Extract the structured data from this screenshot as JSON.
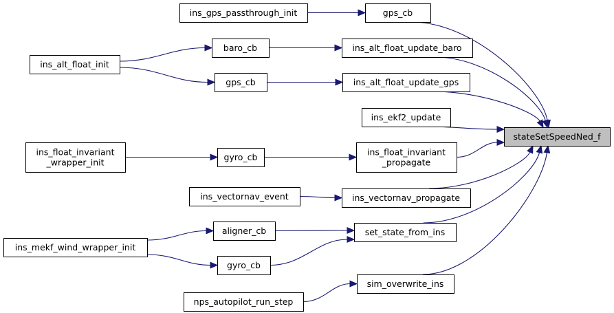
{
  "graph": {
    "target": "stateSetSpeedNed_f",
    "nodes": [
      {
        "id": "target",
        "label": [
          "stateSetSpeedNed_f"
        ],
        "highlight": true
      },
      {
        "id": "gps_cb_1",
        "label": [
          "gps_cb"
        ]
      },
      {
        "id": "ins_gps_passthrough_init",
        "label": [
          "ins_gps_passthrough_init"
        ]
      },
      {
        "id": "ins_alt_float_update_baro",
        "label": [
          "ins_alt_float_update_baro"
        ]
      },
      {
        "id": "baro_cb",
        "label": [
          "baro_cb"
        ]
      },
      {
        "id": "ins_alt_float_init",
        "label": [
          "ins_alt_float_init"
        ]
      },
      {
        "id": "ins_alt_float_update_gps",
        "label": [
          "ins_alt_float_update_gps"
        ]
      },
      {
        "id": "gps_cb_2",
        "label": [
          "gps_cb"
        ]
      },
      {
        "id": "ins_ekf2_update",
        "label": [
          "ins_ekf2_update"
        ]
      },
      {
        "id": "ins_float_invariant_propagate",
        "label": [
          "ins_float_invariant",
          "_propagate"
        ]
      },
      {
        "id": "gyro_cb_1",
        "label": [
          "gyro_cb"
        ]
      },
      {
        "id": "ins_float_invariant_wrapper_init",
        "label": [
          "ins_float_invariant",
          "_wrapper_init"
        ]
      },
      {
        "id": "ins_vectornav_propagate",
        "label": [
          "ins_vectornav_propagate"
        ]
      },
      {
        "id": "ins_vectornav_event",
        "label": [
          "ins_vectornav_event"
        ]
      },
      {
        "id": "set_state_from_ins",
        "label": [
          "set_state_from_ins"
        ]
      },
      {
        "id": "aligner_cb",
        "label": [
          "aligner_cb"
        ]
      },
      {
        "id": "gyro_cb_2",
        "label": [
          "gyro_cb"
        ]
      },
      {
        "id": "ins_mekf_wind_wrapper_init",
        "label": [
          "ins_mekf_wind_wrapper_init"
        ]
      },
      {
        "id": "sim_overwrite_ins",
        "label": [
          "sim_overwrite_ins"
        ]
      },
      {
        "id": "nps_autopilot_run_step",
        "label": [
          "nps_autopilot_run_step"
        ]
      }
    ],
    "edges": [
      {
        "from": "gps_cb_1",
        "to": "target"
      },
      {
        "from": "ins_gps_passthrough_init",
        "to": "gps_cb_1"
      },
      {
        "from": "ins_alt_float_update_baro",
        "to": "target"
      },
      {
        "from": "baro_cb",
        "to": "ins_alt_float_update_baro"
      },
      {
        "from": "ins_alt_float_init",
        "to": "baro_cb"
      },
      {
        "from": "ins_alt_float_update_gps",
        "to": "target"
      },
      {
        "from": "gps_cb_2",
        "to": "ins_alt_float_update_gps"
      },
      {
        "from": "ins_alt_float_init",
        "to": "gps_cb_2"
      },
      {
        "from": "ins_ekf2_update",
        "to": "target"
      },
      {
        "from": "ins_float_invariant_propagate",
        "to": "target"
      },
      {
        "from": "gyro_cb_1",
        "to": "ins_float_invariant_propagate"
      },
      {
        "from": "ins_float_invariant_wrapper_init",
        "to": "gyro_cb_1"
      },
      {
        "from": "ins_vectornav_propagate",
        "to": "target"
      },
      {
        "from": "ins_vectornav_event",
        "to": "ins_vectornav_propagate"
      },
      {
        "from": "set_state_from_ins",
        "to": "target"
      },
      {
        "from": "aligner_cb",
        "to": "set_state_from_ins"
      },
      {
        "from": "gyro_cb_2",
        "to": "set_state_from_ins"
      },
      {
        "from": "ins_mekf_wind_wrapper_init",
        "to": "aligner_cb"
      },
      {
        "from": "ins_mekf_wind_wrapper_init",
        "to": "gyro_cb_2"
      },
      {
        "from": "sim_overwrite_ins",
        "to": "target"
      },
      {
        "from": "nps_autopilot_run_step",
        "to": "sim_overwrite_ins"
      }
    ],
    "colors": {
      "edge": "#191970",
      "node_border": "#000000",
      "target_fill": "#bfbfbf",
      "node_fill": "#ffffff"
    }
  }
}
